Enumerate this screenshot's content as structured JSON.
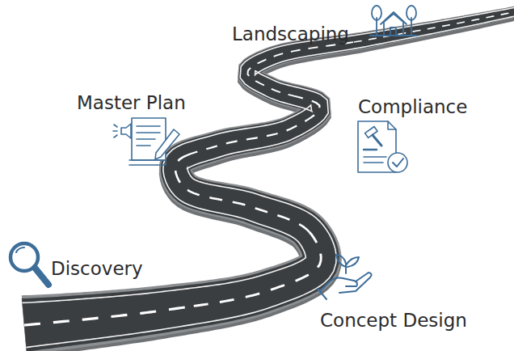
{
  "diagram": {
    "labels": [
      "Landscaping",
      "Master Plan",
      "Compliance",
      "Discovery",
      "Concept Design"
    ]
  }
}
